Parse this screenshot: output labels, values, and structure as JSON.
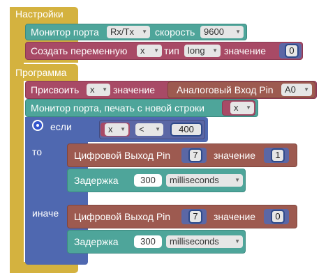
{
  "colors": {
    "settings_frame": "#d4b23f",
    "program_frame": "#d4b23f",
    "teal": "#4ea59a",
    "maroon": "#a84a66",
    "brown": "#9d5a50",
    "blue": "#4f68b0",
    "purple": "#5b67a5",
    "gearblue": "#3355cc"
  },
  "settings": {
    "title": "Настройки",
    "serial_monitor": {
      "label": "Монитор порта",
      "mode": "Rx/Tx",
      "speed_label": "скорость",
      "speed": "9600"
    },
    "create_var": {
      "label": "Создать переменную",
      "var": "x",
      "type_label": "тип",
      "type": "long",
      "value_label": "значение",
      "value": "0"
    }
  },
  "program": {
    "title": "Программа",
    "assign": {
      "label": "Присвоить",
      "var": "x",
      "value_label": "значение",
      "analog_label": "Аналоговый Вход Pin",
      "pin": "A0"
    },
    "println": {
      "label": "Монитор порта, печать с новой строки",
      "var": "x"
    },
    "if_block": {
      "if_label": "если",
      "cond": {
        "var": "x",
        "op": "<",
        "value": "400"
      },
      "then_label": "то",
      "else_label": "иначе",
      "then_write": {
        "label": "Цифровой Выход Pin",
        "pin": "7",
        "value_label": "значение",
        "value": "1"
      },
      "then_delay": {
        "label": "Задержка",
        "value": "300",
        "unit": "milliseconds"
      },
      "else_write": {
        "label": "Цифровой Выход Pin",
        "pin": "7",
        "value_label": "значение",
        "value": "0"
      },
      "else_delay": {
        "label": "Задержка",
        "value": "300",
        "unit": "milliseconds"
      }
    }
  }
}
